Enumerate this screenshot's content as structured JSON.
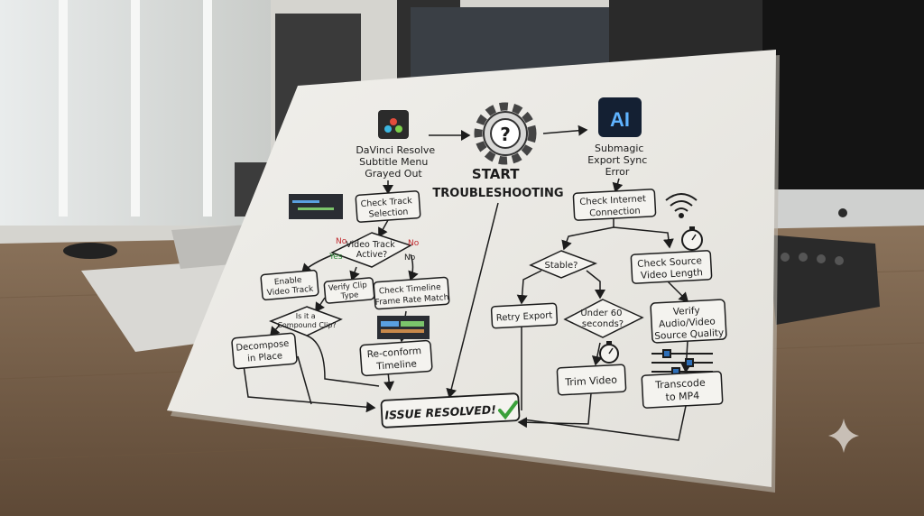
{
  "flowchart": {
    "davinci_title": [
      "DaVinci Resolve",
      "Subtitle Menu",
      "Grayed Out"
    ],
    "start_label": [
      "START",
      "TROUBLESHOOTING"
    ],
    "submagic_title": [
      "Submagic",
      "Export Sync",
      "Error"
    ],
    "submagic_logo": "AI",
    "help_symbol": "?",
    "left_branch": {
      "check_track": [
        "Check Track",
        "Selection"
      ],
      "video_track_active": [
        "Video Track",
        "Active?"
      ],
      "no_label_1": "No",
      "no_label_2": "No",
      "yes_label": "Yes",
      "no_label_3": "No",
      "enable_video_track": [
        "Enable",
        "Video Track"
      ],
      "verify_clip_type": [
        "Verify Clip",
        "Type"
      ],
      "check_timeline": [
        "Check Timeline",
        "Frame Rate Match"
      ],
      "compound_clip": [
        "Is it a",
        "Compound Clip?"
      ],
      "decompose": [
        "Decompose",
        "in Place"
      ],
      "reconform": [
        "Re-conform",
        "Timeline"
      ]
    },
    "right_branch": {
      "check_internet": [
        "Check Internet",
        "Connection"
      ],
      "stable": "Stable?",
      "check_source_length": [
        "Check Source",
        "Video Length"
      ],
      "retry_export": "Retry Export",
      "under_60": [
        "Under 60",
        "seconds?"
      ],
      "verify_quality": [
        "Verify",
        "Audio/Video",
        "Source Quality"
      ],
      "trim_video": "Trim Video",
      "transcode": [
        "Transcode",
        "to MP4"
      ]
    },
    "issue_resolved": "ISSUE RESOLVED!"
  },
  "colors": {
    "paper": "#ecebe6",
    "ink": "#1c1c1c",
    "red_label": "#c0282d",
    "green_label": "#2f8c3a",
    "check_green": "#3aa03a",
    "submagic_blue": "#2e6fb8",
    "desk": "#7a624b"
  },
  "icons": [
    "davinci-logo-icon",
    "gear-question-icon",
    "ai-logo-icon",
    "wifi-icon",
    "stopwatch-icon",
    "timeline-thumbnail-icon",
    "slider-icon",
    "checkmark-icon",
    "sparkle-icon"
  ]
}
